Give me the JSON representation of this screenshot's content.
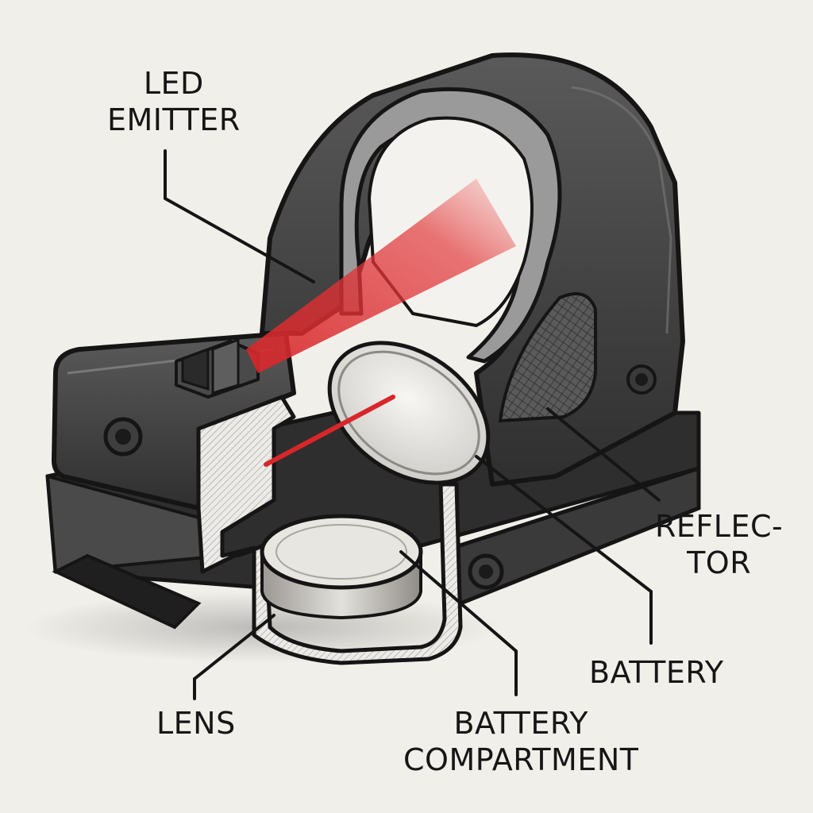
{
  "labels": {
    "led_emitter": {
      "line1": "LED",
      "line2": "EMITTER"
    },
    "reflector": {
      "line1": "REFLEC-",
      "line2": "TOR"
    },
    "battery": {
      "line1": "BATTERY"
    },
    "lens": {
      "line1": "LENS"
    },
    "battery_compartment": {
      "line1": "BATTERY",
      "line2": "COMPARTMENT"
    }
  },
  "colors": {
    "background": "#f1efea",
    "housing": "#3e3e3e",
    "housing_light": "#6b6b6b",
    "outline": "#151515",
    "beam": "#d8262a",
    "lens_glass": "#e6e4df",
    "battery": "#d9d7d2"
  }
}
